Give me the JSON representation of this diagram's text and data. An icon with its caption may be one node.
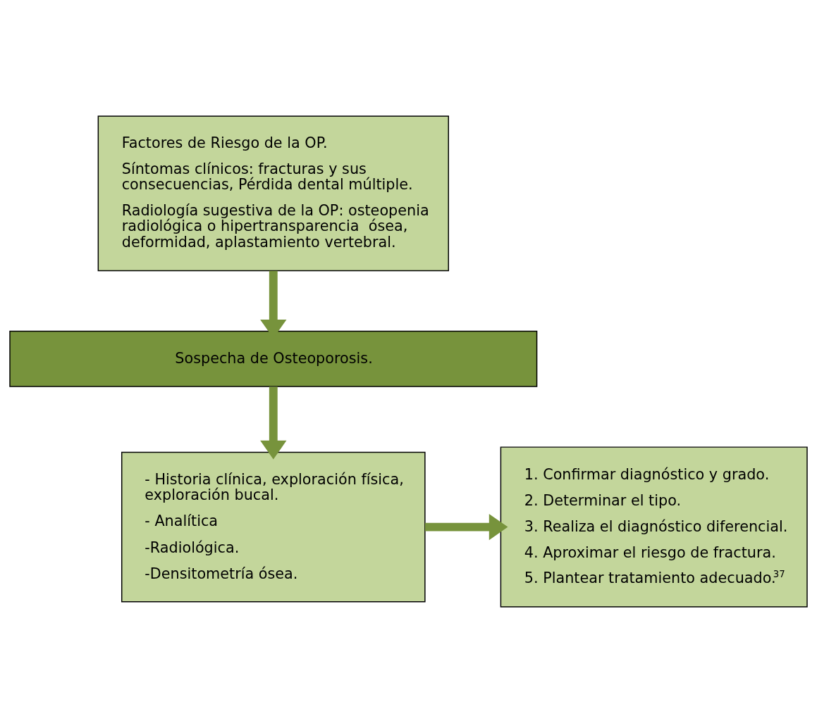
{
  "diagram": {
    "nodes": [
      {
        "text": [
          "Factores de Riesgo de la OP.",
          "Síntomas clínicos: fracturas y sus consecuencias, Pérdida dental múltiple.",
          "Radiología sugestiva de la OP: osteopenia radiológica o hipertransparencia  ósea, deformidad, aplastamiento vertebral."
        ]
      },
      {
        "text": [
          "Sospecha de Osteoporosis."
        ]
      },
      {
        "text": [
          "- Historia clínica, exploración física, exploración bucal.",
          "- Analítica",
          "-Radiológica.",
          "-Densitometría ósea."
        ]
      },
      {
        "text": [
          "1. Confirmar diagnóstico y grado.",
          "2. Determinar el tipo.",
          "3. Realiza el diagnóstico diferencial.",
          "4. Aproximar el riesgo de fractura.",
          "5. Plantear tratamiento adecuado.$^{37}$"
        ]
      }
    ],
    "edges": [
      {
        "from": 0,
        "to": 1,
        "arrow": "to"
      },
      {
        "from": 1,
        "to": 2,
        "arrow": "to"
      },
      {
        "from": 2,
        "to": 3,
        "arrow": "to"
      }
    ]
  }
}
